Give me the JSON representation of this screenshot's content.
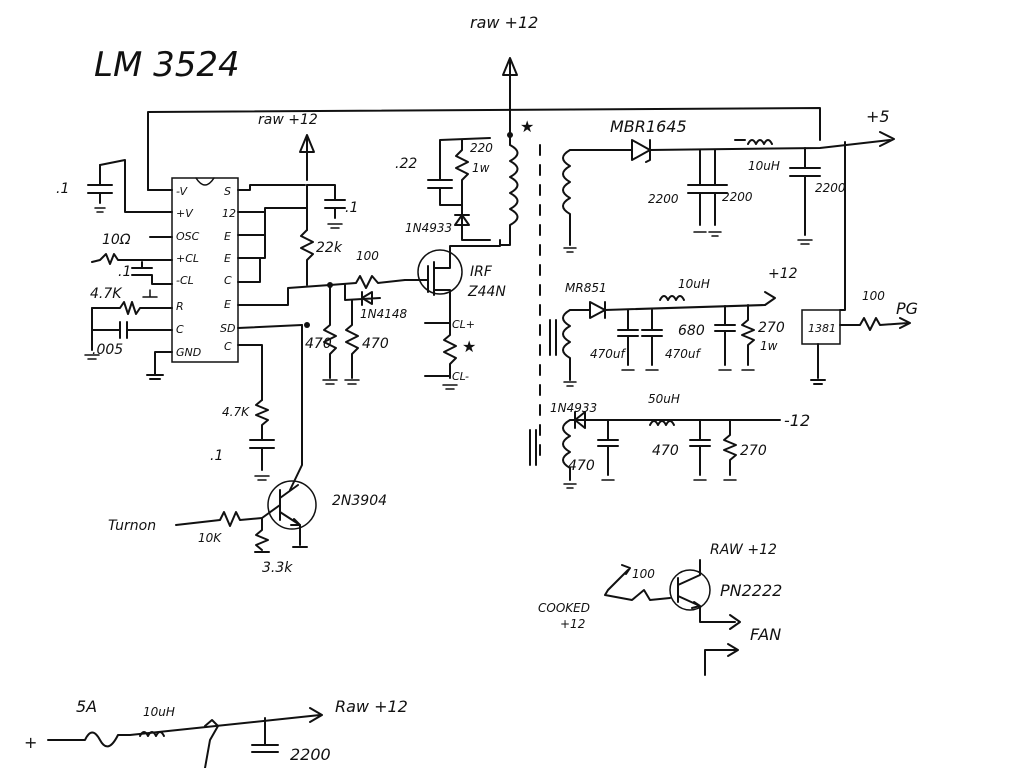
{
  "title": "LM 3524",
  "rails": {
    "raw_top": "raw +12",
    "raw_ic": "raw +12",
    "plus5": "+5",
    "plus12": "+12",
    "minus12": "-12",
    "raw_bottom": "Raw +12",
    "raw_fan": "RAW +12"
  },
  "ic_pins_left": [
    "-V",
    "+V",
    "OSC",
    "+CL",
    "-CL",
    "R",
    "C",
    "GND"
  ],
  "ic_pins_right": [
    "S",
    "12",
    "E",
    "E",
    "C",
    "E",
    "SD",
    "C"
  ],
  "labels": {
    "c_left": ".1",
    "r_osc": "10Ω",
    "c_cl": ".1",
    "r_r": "4.7K",
    "c_c": ".005",
    "c_top": ".1",
    "r_22k": "22k",
    "r_100": "100",
    "d_1n4148": "1N4148",
    "r_470a": "470",
    "r_470b": "470",
    "c_22": ".22",
    "r_220": "220",
    "r_1w": "1w",
    "d_1n4933a": "1N4933",
    "q_irf_a": "IRF",
    "q_irf_b": "Z44N",
    "cl_plus": "CL+",
    "cl_minus": "CL-",
    "star_a": "★",
    "star_b": "★",
    "r_47k": "4.7K",
    "c_p1": ".1",
    "turn_on": "Turnon",
    "r_10k": "10K",
    "q_2n3904": "2N3904",
    "r_33k": "3.3k",
    "d_mbr": "MBR1645",
    "c_2200a": "2200",
    "c_2200b": "2200",
    "l_10uh": "10uH",
    "c_2200c": "2200",
    "d_mr851": "MR851",
    "l_10uh2": "10uH",
    "c_470uf": "470uf",
    "c_470uf2": "470uf",
    "c_680": "680",
    "r_270": "270",
    "r_270w": "1w",
    "ic_1381": "1381",
    "r_pg100": "100",
    "pg": "PG",
    "d_1n4933b": "1N4933",
    "l_50uh": "50uH",
    "c_470c": "470",
    "c_470d": "470",
    "r_270b": "270",
    "r_fan100": "100",
    "q_pn2222": "PN2222",
    "cooked_a": "COOKED",
    "cooked_b": "+12",
    "fan": "FAN",
    "fuse": "5A",
    "l_10uh3": "10uH",
    "plus_in": "+",
    "c_2200d": "2200"
  }
}
